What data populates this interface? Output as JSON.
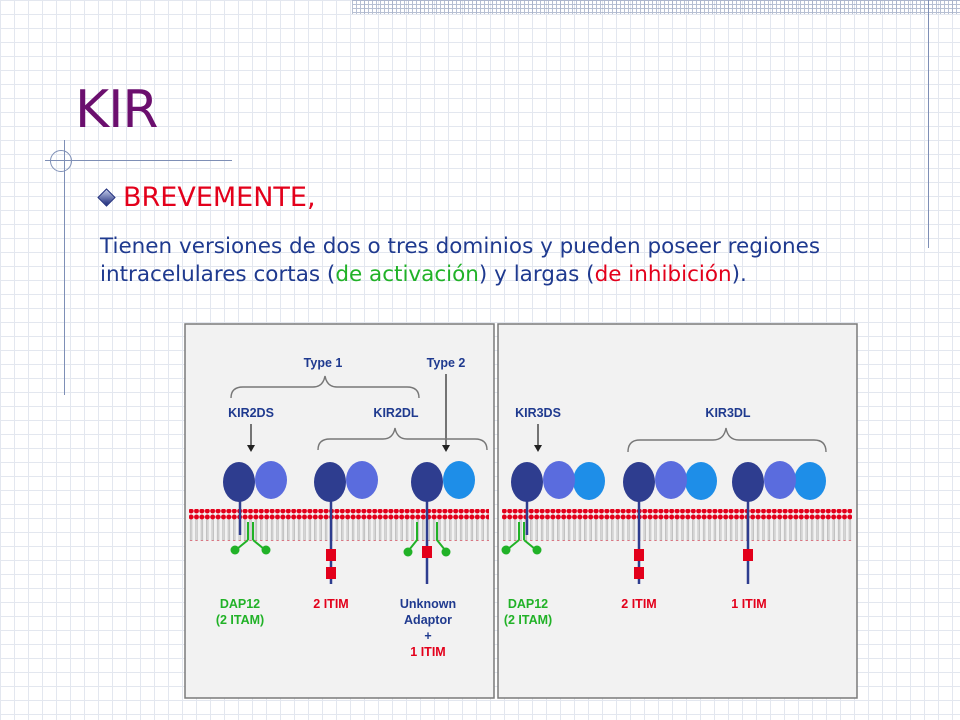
{
  "slide": {
    "title": "KIR",
    "bullet": "BREVEMENTE,",
    "paragraph": {
      "part1": "Tienen versiones de dos o tres dominios y pueden poseer regiones intracelulares cortas (",
      "activation": "de activación",
      "part2": ") y largas (",
      "inhibition": "de inhibición",
      "part3": ")."
    }
  },
  "figure": {
    "left_panel": {
      "type1": "Type 1",
      "type2": "Type 2",
      "kir2ds": "KIR2DS",
      "kir2dl": "KIR2DL",
      "dap12_line1": "DAP12",
      "dap12_line2": "(2 ITAM)",
      "itim2": "2 ITIM",
      "unknown_line1": "Unknown",
      "unknown_line2": "Adaptor",
      "plus": "+",
      "unknown_line3": "1 ITIM"
    },
    "right_panel": {
      "kir3ds": "KIR3DS",
      "kir3dl": "KIR3DL",
      "dap12_line1": "DAP12",
      "dap12_line2": "(2 ITAM)",
      "itim2": "2 ITIM",
      "itim1": "1 ITIM"
    }
  },
  "colors": {
    "title": "#6b0f6e",
    "bullet": "#e3001b",
    "body_text": "#1f3a8f",
    "activation": "#21b227",
    "inhibition": "#e3001b",
    "domain_dark": "#2e3d8f",
    "domain_mid": "#5a6cde",
    "domain_light": "#1e8ee8",
    "lipid": "#e3001b",
    "itam": "#21b227"
  }
}
